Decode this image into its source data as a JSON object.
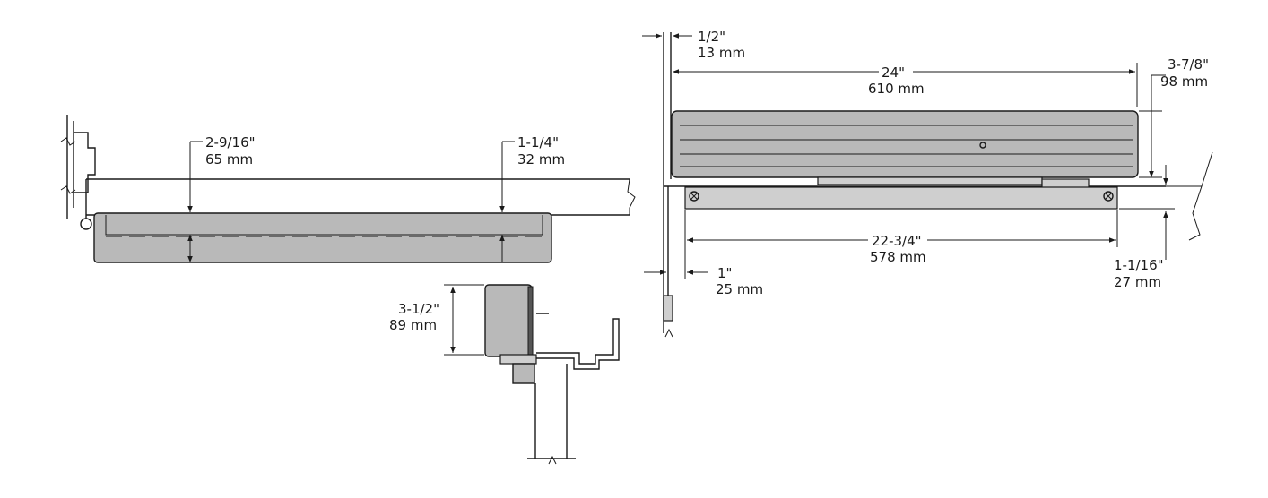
{
  "dimensions": {
    "top_side_clearance_in": "2-9/16\"",
    "top_side_clearance_mm": "65 mm",
    "top_arm_offset_in": "1-1/4\"",
    "top_arm_offset_mm": "32 mm",
    "section_height_in": "3-1/2\"",
    "section_height_mm": "89 mm",
    "front_offset_in": "1/2\"",
    "front_offset_mm": "13 mm",
    "front_length_in": "24\"",
    "front_length_mm": "610 mm",
    "front_height_in": "3-7/8\"",
    "front_height_mm": "98 mm",
    "plate_length_in": "22-3/4\"",
    "plate_length_mm": "578 mm",
    "plate_offset_in": "1\"",
    "plate_offset_mm": "25 mm",
    "plate_height_in": "1-1/16\"",
    "plate_height_mm": "27 mm"
  },
  "colors": {
    "closer_body": "#b9b9b9",
    "line": "#1a1a1a",
    "background": "#ffffff"
  }
}
